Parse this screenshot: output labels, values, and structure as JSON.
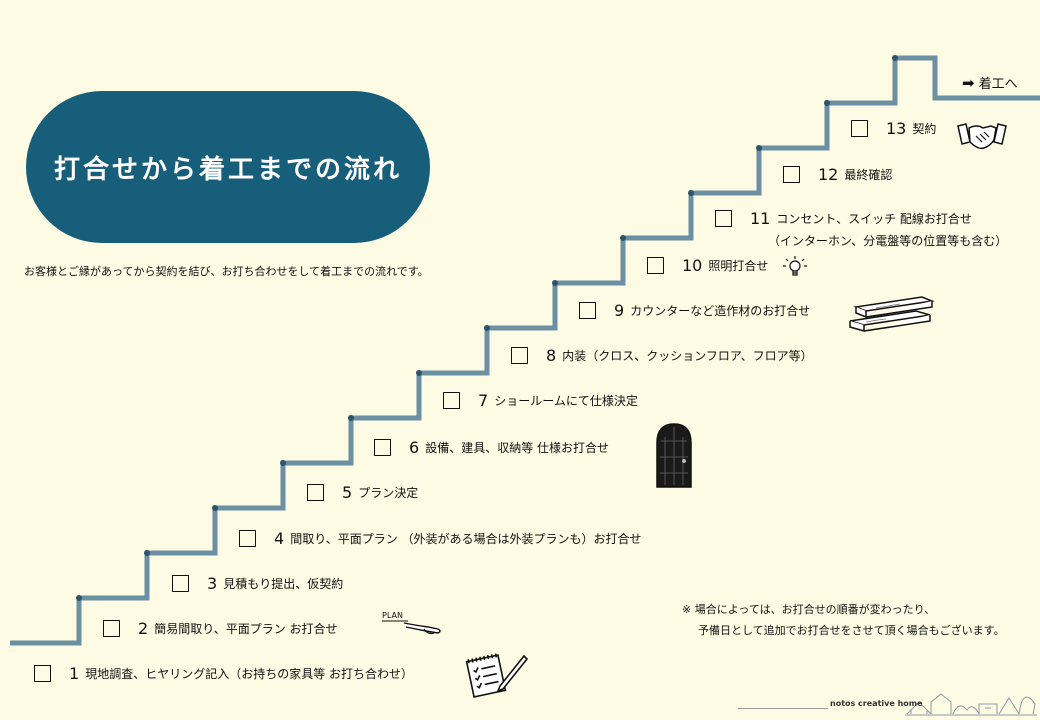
{
  "title": "打合せから着工までの流れ",
  "intro": "お客様とご縁があってから契約を結び、お打ち合わせをして着工までの流れです。",
  "goal": {
    "arrow": "➡",
    "label": "着工へ"
  },
  "steps": [
    {
      "num": "1",
      "label": "現地調査、ヒヤリング記入（お持ちの家具等 お打ち合わせ）"
    },
    {
      "num": "2",
      "label": "簡易間取り、平面プラン お打合せ"
    },
    {
      "num": "3",
      "label": "見積もり提出、仮契約"
    },
    {
      "num": "4",
      "label": "間取り、平面プラン （外装がある場合は外装プランも）お打合せ"
    },
    {
      "num": "5",
      "label": "プラン決定"
    },
    {
      "num": "6",
      "label": "設備、建具、収納等  仕様お打合せ"
    },
    {
      "num": "7",
      "label": "ショールームにて仕様決定"
    },
    {
      "num": "8",
      "label": "内装（クロス、クッションフロア、フロア等）"
    },
    {
      "num": "9",
      "label": "カウンターなど造作材のお打合せ"
    },
    {
      "num": "10",
      "label": "照明打合せ"
    },
    {
      "num": "11",
      "label": "コンセント、スイッチ  配線お打合せ",
      "sub": "（インターホン、分電盤等の位置等も含む）"
    },
    {
      "num": "12",
      "label": "最終確認"
    },
    {
      "num": "13",
      "label": "契約"
    }
  ],
  "notes": [
    "※ 場合によっては、お打合せの順番が変わったり、",
    "予備日として追加でお打合せをさせて頂く場合もございます。"
  ],
  "plan_sketch_text": "PLAN",
  "footer_brand": "notos creative home",
  "colors": {
    "stair": "#6b8fa3",
    "pill": "#175e7a",
    "dot": "#2e5266",
    "background": "#fdfbe3"
  },
  "icons": [
    "checklist-icon",
    "pen-sketch-icon",
    "door-icon",
    "wood-planks-icon",
    "lightbulb-icon",
    "handshake-icon",
    "house-doodle-icon"
  ]
}
